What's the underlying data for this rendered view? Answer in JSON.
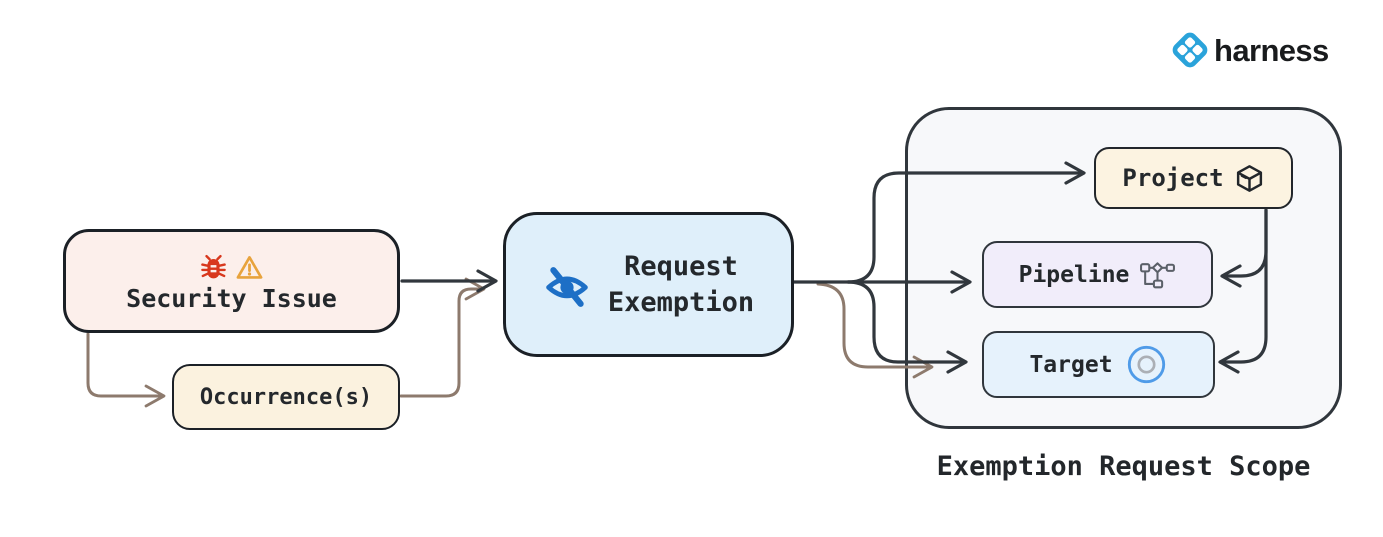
{
  "brand": {
    "name": "harness"
  },
  "diagram": {
    "nodes": {
      "security_issue": {
        "label": "Security Issue"
      },
      "occurrences": {
        "label": "Occurrence(s)"
      },
      "request_exemption": {
        "line1": "Request",
        "line2": "Exemption"
      },
      "project": {
        "label": "Project"
      },
      "pipeline": {
        "label": "Pipeline"
      },
      "target": {
        "label": "Target"
      }
    },
    "scope_caption": "Exemption Request Scope",
    "colors": {
      "arrow_dark": "#31373d",
      "arrow_brown": "#8d7a6d",
      "security_fill": "#fcefeb",
      "occurrence_fill": "#fbf2df",
      "request_fill": "#dfeffa",
      "scope_fill": "#f7f8fa",
      "project_fill": "#fcf3e1",
      "pipeline_fill": "#f1edfa",
      "target_fill": "#e6f2fc",
      "bug_icon": "#d8381d",
      "warning_icon": "#e8a33d",
      "eye_icon": "#1d6fc6",
      "brand_blue": "#2aa3da"
    }
  }
}
